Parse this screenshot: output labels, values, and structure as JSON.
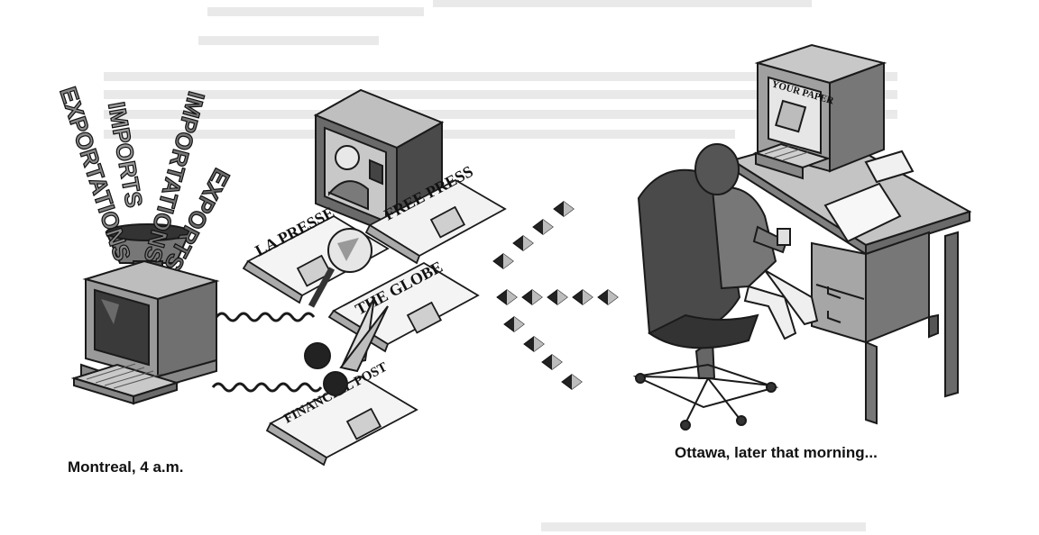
{
  "captions": {
    "left": "Montreal, 4 a.m.",
    "right": "Ottawa, later that morning..."
  },
  "funnel_words": [
    "EXPORTATIONS",
    "IMPORTS",
    "IMPORTATIONS",
    "EXPORTS"
  ],
  "newspapers": [
    "LA PRESSE",
    "FREE PRESS",
    "THE GLOBE",
    "FINANCIAL POST"
  ],
  "desk_screen_text": "YOUR PAPER",
  "colors": {
    "outline": "#1a1a1a",
    "dark_gray": "#555555",
    "mid_gray": "#9a9a9a",
    "light_gray": "#d0d0d0",
    "paper": "#f4f4f4"
  }
}
